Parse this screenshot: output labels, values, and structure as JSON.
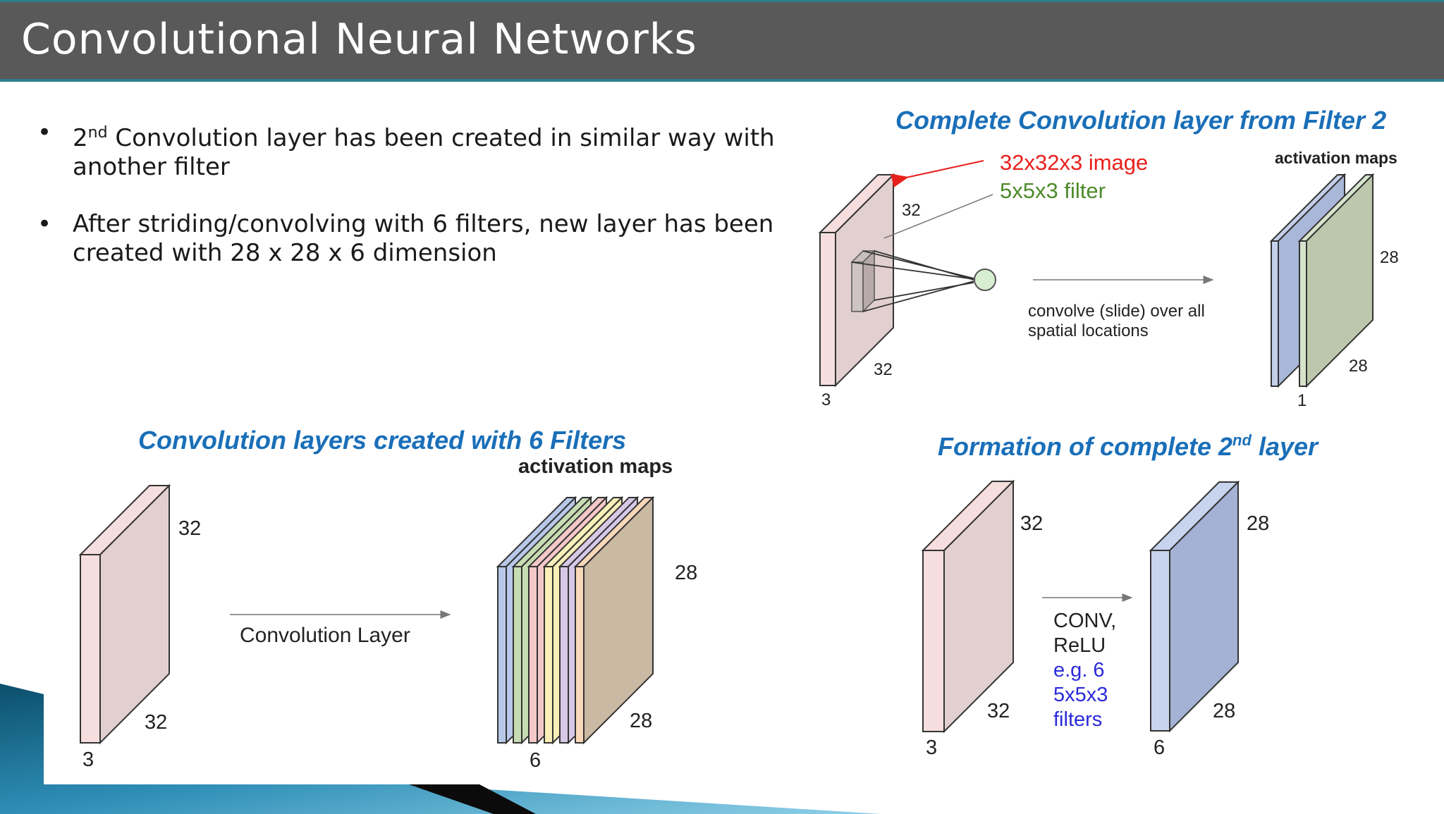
{
  "slide": {
    "title": "Convolutional Neural Networks"
  },
  "bullets": [
    {
      "marker": "•",
      "prefix": "2",
      "sup": "nd",
      "text": " Convolution layer has been created in similar way with another filter"
    },
    {
      "marker": "•",
      "text": "After striding/convolving with 6 filters, new layer has been created with 28 x 28 x 6 dimension"
    }
  ],
  "figure_filter2": {
    "caption": "Complete Convolution layer from Filter 2",
    "image_label": "32x32x3 image",
    "filter_label": "5x5x3 filter",
    "activation_maps_label": "activation maps",
    "convolve_line1": "convolve (slide) over all",
    "convolve_line2": "spatial locations",
    "input_dims": {
      "width": "32",
      "height": "32",
      "depth": "3"
    },
    "output_dims": {
      "width": "28",
      "height": "28",
      "depth": "1"
    },
    "colors": {
      "image_label": "#e8201c",
      "filter_label": "#4c8a2a"
    }
  },
  "figure_six_filters": {
    "caption": "Convolution layers created with 6 Filters",
    "activation_maps_label": "activation maps",
    "layer_label": "Convolution Layer",
    "input_dims": {
      "width": "32",
      "height": "32",
      "depth": "3"
    },
    "output_dims": {
      "width": "28",
      "height": "28",
      "depth": "6"
    },
    "map_colors": [
      "#b8c8e8",
      "#c8dcb4",
      "#f4c8c8",
      "#f8f0b8",
      "#d8c8e8",
      "#f8d8b8"
    ]
  },
  "figure_second_layer": {
    "caption_prefix": "Formation of complete 2",
    "caption_sup": "nd",
    "caption_suffix": " layer",
    "op_line1": "CONV,",
    "op_line2": "ReLU",
    "op_line3": "e.g. 6",
    "op_line4": "5x5x3",
    "op_line5": "filters",
    "input_dims": {
      "width": "32",
      "height": "32",
      "depth": "3"
    },
    "output_dims": {
      "width": "28",
      "height": "28",
      "depth": "6"
    },
    "colors": {
      "filters_text": "#2a2ad8"
    }
  }
}
